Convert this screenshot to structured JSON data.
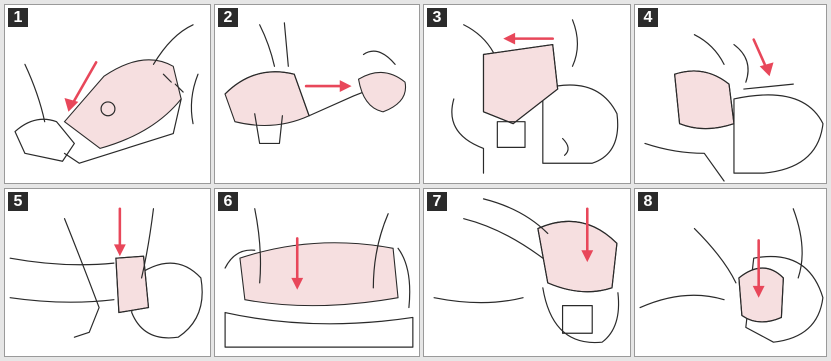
{
  "colors": {
    "arrow": "#e8475a",
    "pink": "#f6dfe0",
    "badge": "#2b2b2b"
  },
  "steps": [
    {
      "number": "1"
    },
    {
      "number": "2"
    },
    {
      "number": "3"
    },
    {
      "number": "4"
    },
    {
      "number": "5"
    },
    {
      "number": "6"
    },
    {
      "number": "7"
    },
    {
      "number": "8"
    }
  ]
}
